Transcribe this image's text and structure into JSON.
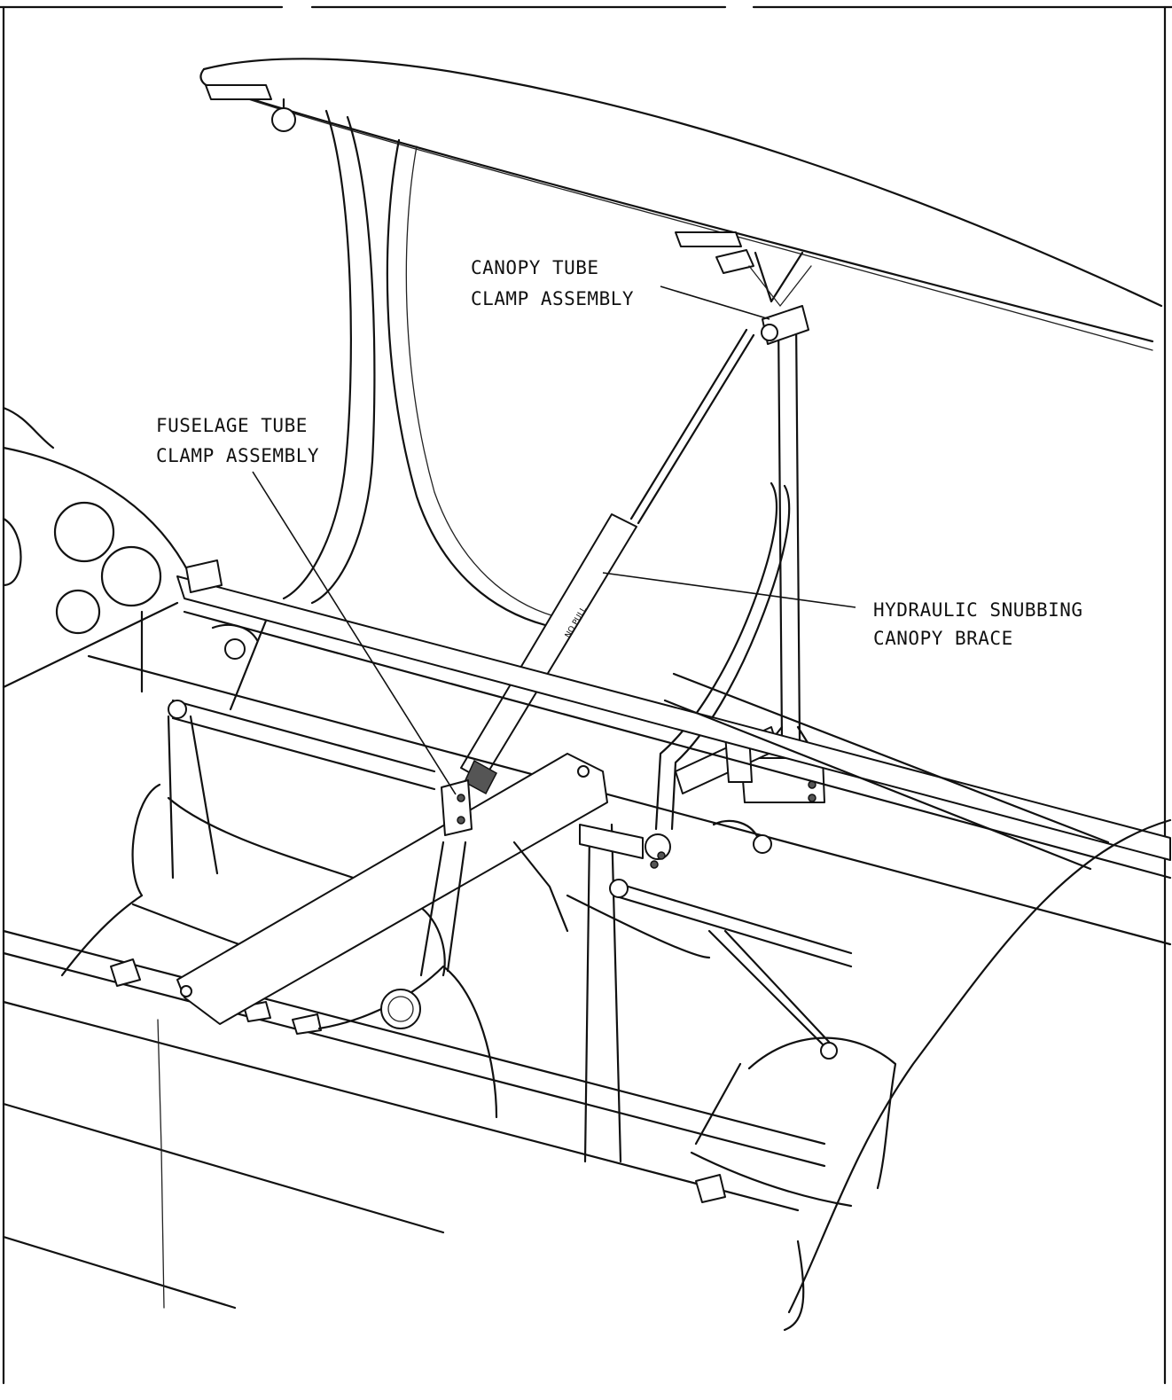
{
  "labels": {
    "canopy_clamp": {
      "line1": "CANOPY TUBE",
      "line2": "CLAMP ASSEMBLY"
    },
    "fuselage_clamp": {
      "line1": "FUSELAGE TUBE",
      "line2": "CLAMP ASSEMBLY"
    },
    "hydraulic_brace": {
      "line1": "HYDRAULIC SNUBBING",
      "line2": "CANOPY BRACE"
    },
    "brace_stencil": "NO PULL"
  },
  "colors": {
    "ink": "#111111",
    "paper": "#ffffff"
  }
}
